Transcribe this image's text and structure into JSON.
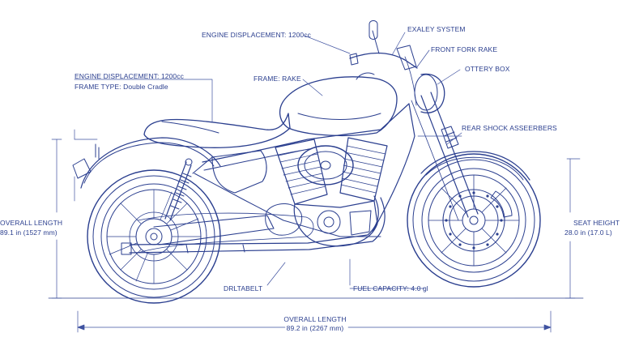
{
  "colors": {
    "ink": "#2b3f8f",
    "ink_light": "#5a6cb0",
    "background": "#ffffff"
  },
  "labels": {
    "engine_displacement_top": "ENGINE DISPLACEMENT: 1200cc",
    "exhaust_system": "EXALEY SYSTEM",
    "front_fork_rake": "FRONT FORK RAKE",
    "battery_box": "OTTERY BOX",
    "engine_displacement_left": "ENGINE DISPLACEMENT: 1200cc",
    "frame_type": "FRAME TYPE: Double Cradle",
    "frame_rake": "FRAME:  RAKE",
    "rear_shock": "REAR SHOCK ASSEERBERS",
    "overall_length_left_title": "OVERALL LENGTH",
    "overall_length_left_value": "89.1 in (1527 mm)",
    "seat_height_title": "SEAT HEIGHT",
    "seat_height_value": "28.0 in (17.0 L)",
    "drive_belt": "DRLTABELT",
    "fuel_capacity": "FUEL CAPACITY: 4.0 gl",
    "overall_length_bottom_title": "OVERALL LENGTH",
    "overall_length_bottom_value": "89.2 in (2267 mm)"
  }
}
